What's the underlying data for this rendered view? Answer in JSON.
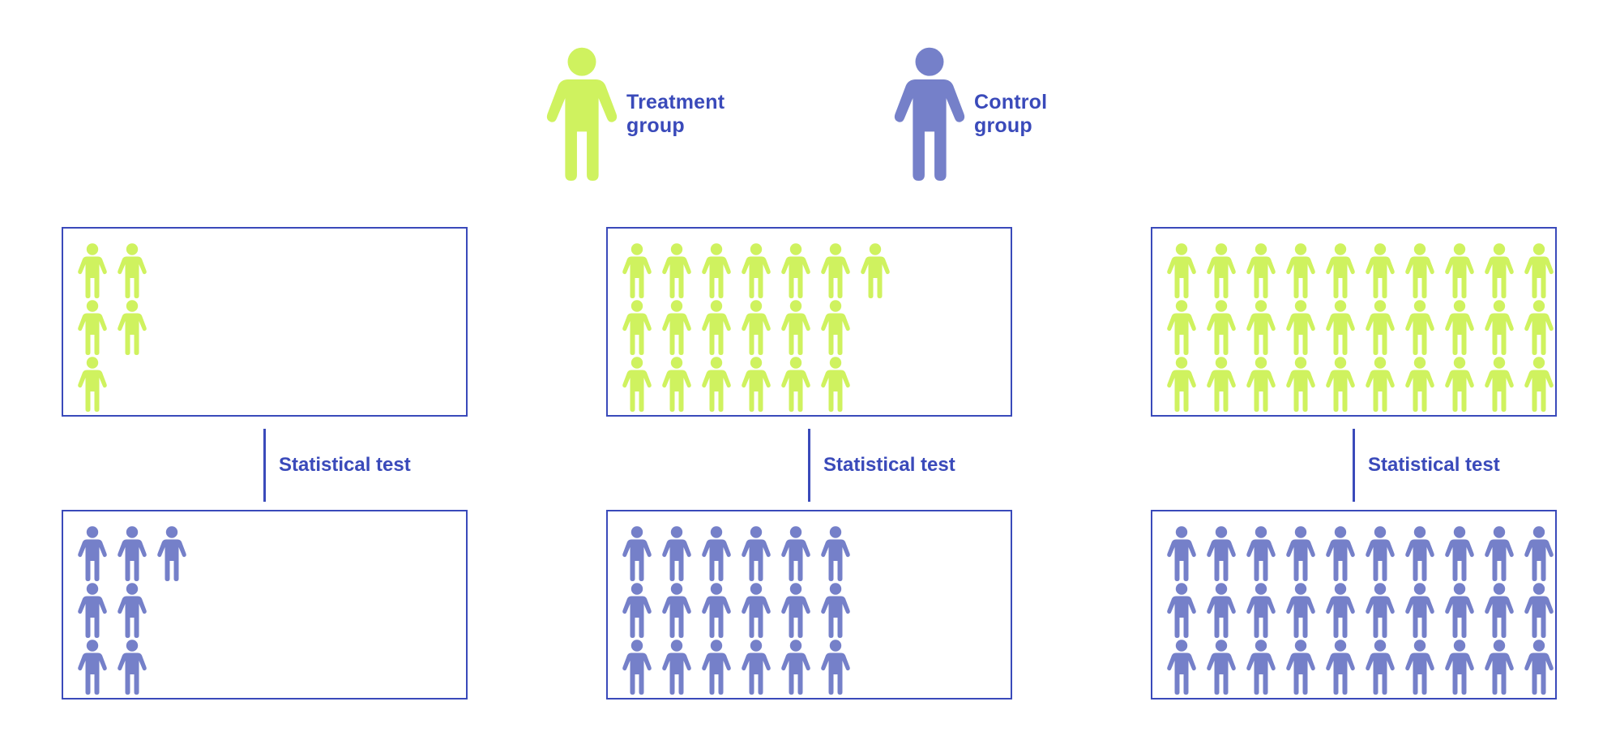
{
  "colors": {
    "treatment": "#cff25f",
    "control": "#7580c9",
    "accent": "#3a4aba"
  },
  "legend": {
    "treatment": {
      "icon": "person-icon",
      "line1": "Treatment",
      "line2": "group"
    },
    "control": {
      "icon": "person-icon",
      "line1": "Control",
      "line2": "group"
    }
  },
  "test_label": "Statistical test",
  "comparisons": [
    {
      "treatment_rows": [
        2,
        2,
        1
      ],
      "control_rows": [
        3,
        2,
        2
      ]
    },
    {
      "treatment_rows": [
        7,
        6,
        6
      ],
      "control_rows": [
        6,
        6,
        6
      ]
    },
    {
      "treatment_rows": [
        10,
        10,
        10
      ],
      "control_rows": [
        10,
        10,
        10
      ]
    }
  ]
}
